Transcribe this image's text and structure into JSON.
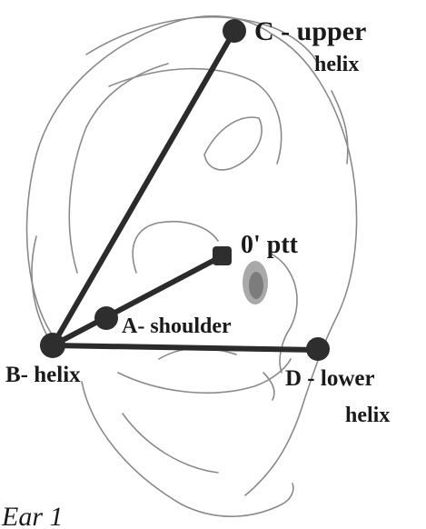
{
  "points": {
    "c": {
      "label_line1": "C - upper",
      "label_line2": "helix"
    },
    "ptt": {
      "label": "0' ptt"
    },
    "a": {
      "label": "A- shoulder"
    },
    "b": {
      "label": "B- helix"
    },
    "d": {
      "label_line1": "D - lower",
      "label_line2": "helix"
    }
  },
  "caption": "Ear 1",
  "colors": {
    "ink": "#2b2b2b",
    "sketch": "#8a8a8a",
    "background": "#ffffff"
  }
}
